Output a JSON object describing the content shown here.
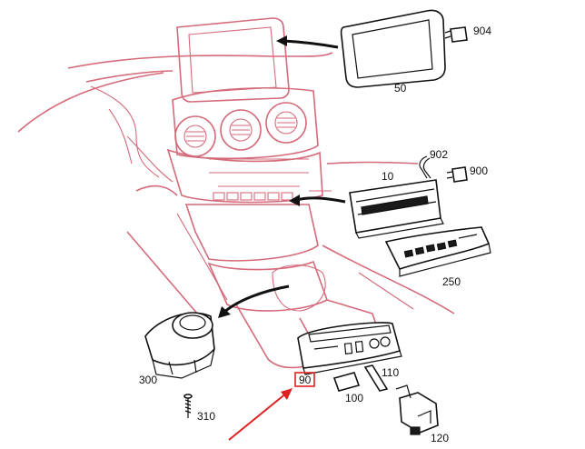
{
  "diagram": {
    "callouts": {
      "c904": "904",
      "c50": "50",
      "c902": "902",
      "c900": "900",
      "c10": "10",
      "c250": "250",
      "c300": "300",
      "c90": "90",
      "c110": "110",
      "c100": "100",
      "c310": "310",
      "c120": "120"
    },
    "colors": {
      "dashboard_lines": "#d46a7a",
      "component_lines": "#111111",
      "highlight": "#e02020"
    },
    "highlighted_part": "90"
  }
}
